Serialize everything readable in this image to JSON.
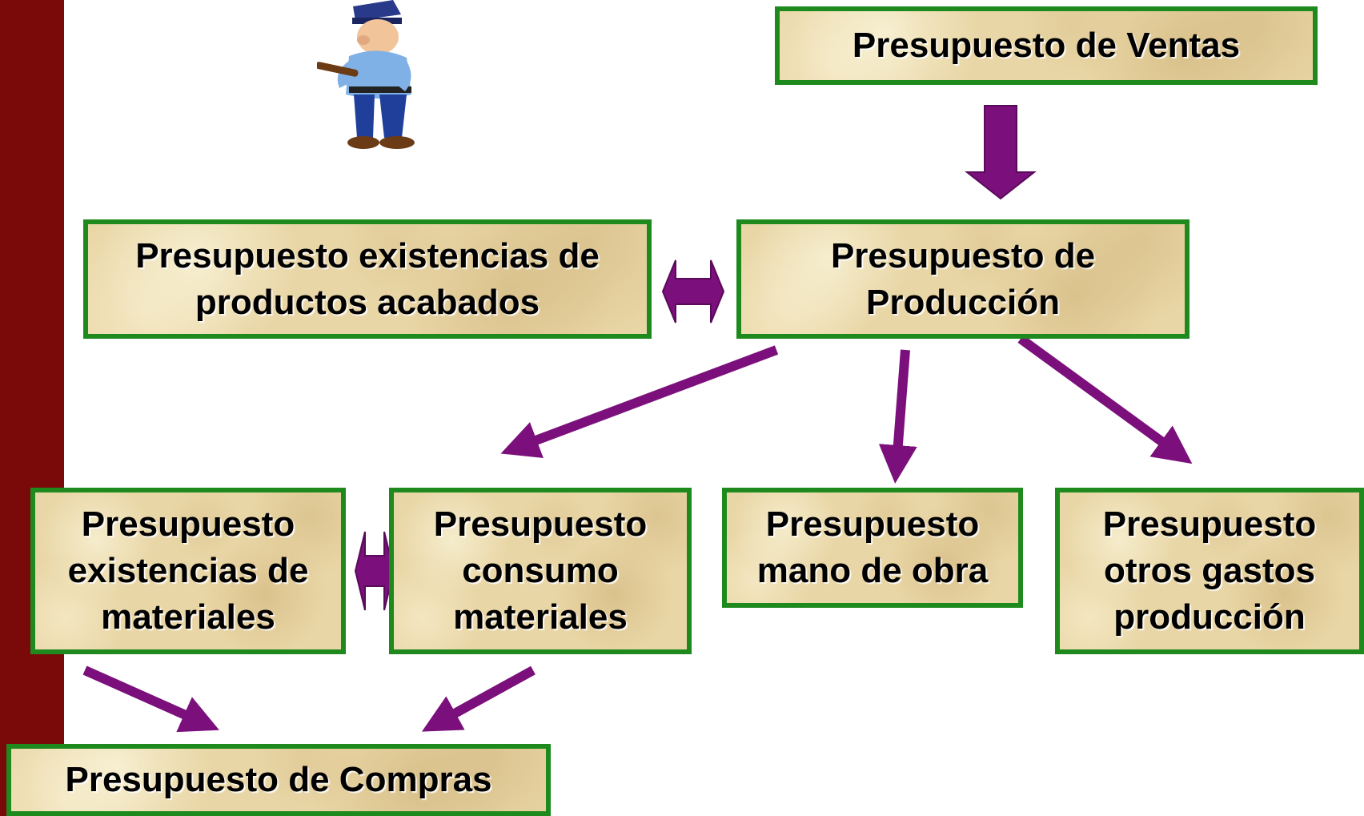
{
  "colors": {
    "sidebar": "#7a0a0a",
    "box_border": "#1e8a1e",
    "box_fill": "#e9d6a6",
    "arrow": "#7b0f7b",
    "text": "#000000"
  },
  "illustration": {
    "icon": "police-officer-icon"
  },
  "nodes": {
    "ventas": "Presupuesto de Ventas",
    "existencias_productos": "Presupuesto existencias de\nproductos acabados",
    "produccion": "Presupuesto de\nProducción",
    "existencias_materiales": "Presupuesto\nexistencias de\nmateriales",
    "consumo_materiales": "Presupuesto\nconsumo\nmateriales",
    "mano_obra": "Presupuesto\nmano de obra",
    "otros_gastos": "Presupuesto\notros gastos\nproducción",
    "compras": "Presupuesto de Compras"
  },
  "edges": [
    {
      "from": "ventas",
      "to": "produccion",
      "kind": "one-way"
    },
    {
      "from": "existencias_productos",
      "to": "produccion",
      "kind": "two-way"
    },
    {
      "from": "produccion",
      "to": "consumo_materiales",
      "kind": "one-way"
    },
    {
      "from": "produccion",
      "to": "mano_obra",
      "kind": "one-way"
    },
    {
      "from": "produccion",
      "to": "otros_gastos",
      "kind": "one-way"
    },
    {
      "from": "existencias_materiales",
      "to": "consumo_materiales",
      "kind": "two-way"
    },
    {
      "from": "existencias_materiales",
      "to": "compras",
      "kind": "one-way"
    },
    {
      "from": "consumo_materiales",
      "to": "compras",
      "kind": "one-way"
    }
  ]
}
